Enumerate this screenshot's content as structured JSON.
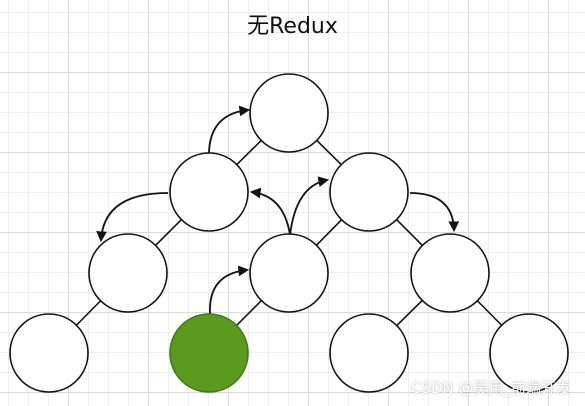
{
  "diagram": {
    "title": "无Redux",
    "watermark": "CSDN @吴用_前端开发",
    "colors": {
      "node_fill": "#ffffff",
      "node_stroke": "#111111",
      "active_fill": "#5a9a1c",
      "active_stroke": "#3f7a12",
      "edge": "#111111"
    },
    "nodes": [
      {
        "id": "root",
        "active": false
      },
      {
        "id": "l1-left",
        "active": false
      },
      {
        "id": "l1-right",
        "active": false
      },
      {
        "id": "l2-a",
        "active": false
      },
      {
        "id": "l2-b",
        "active": false
      },
      {
        "id": "l2-c",
        "active": false
      },
      {
        "id": "l3-a",
        "active": false
      },
      {
        "id": "l3-b",
        "active": true
      },
      {
        "id": "l3-c",
        "active": false
      },
      {
        "id": "l3-d",
        "active": false
      }
    ],
    "edges": [
      [
        "root",
        "l1-left"
      ],
      [
        "root",
        "l1-right"
      ],
      [
        "l1-left",
        "l2-a"
      ],
      [
        "l1-right",
        "l2-b"
      ],
      [
        "l1-right",
        "l2-c"
      ],
      [
        "l2-a",
        "l3-a"
      ],
      [
        "l2-b",
        "l3-b"
      ],
      [
        "l2-c",
        "l3-c"
      ],
      [
        "l2-c",
        "l3-d"
      ]
    ],
    "arrows": [
      [
        "l3-b",
        "l2-b"
      ],
      [
        "l2-b",
        "l1-left"
      ],
      [
        "l2-b",
        "l1-right"
      ],
      [
        "l1-left",
        "root"
      ],
      [
        "l1-left",
        "l2-a"
      ],
      [
        "l1-right",
        "l2-c"
      ]
    ]
  }
}
